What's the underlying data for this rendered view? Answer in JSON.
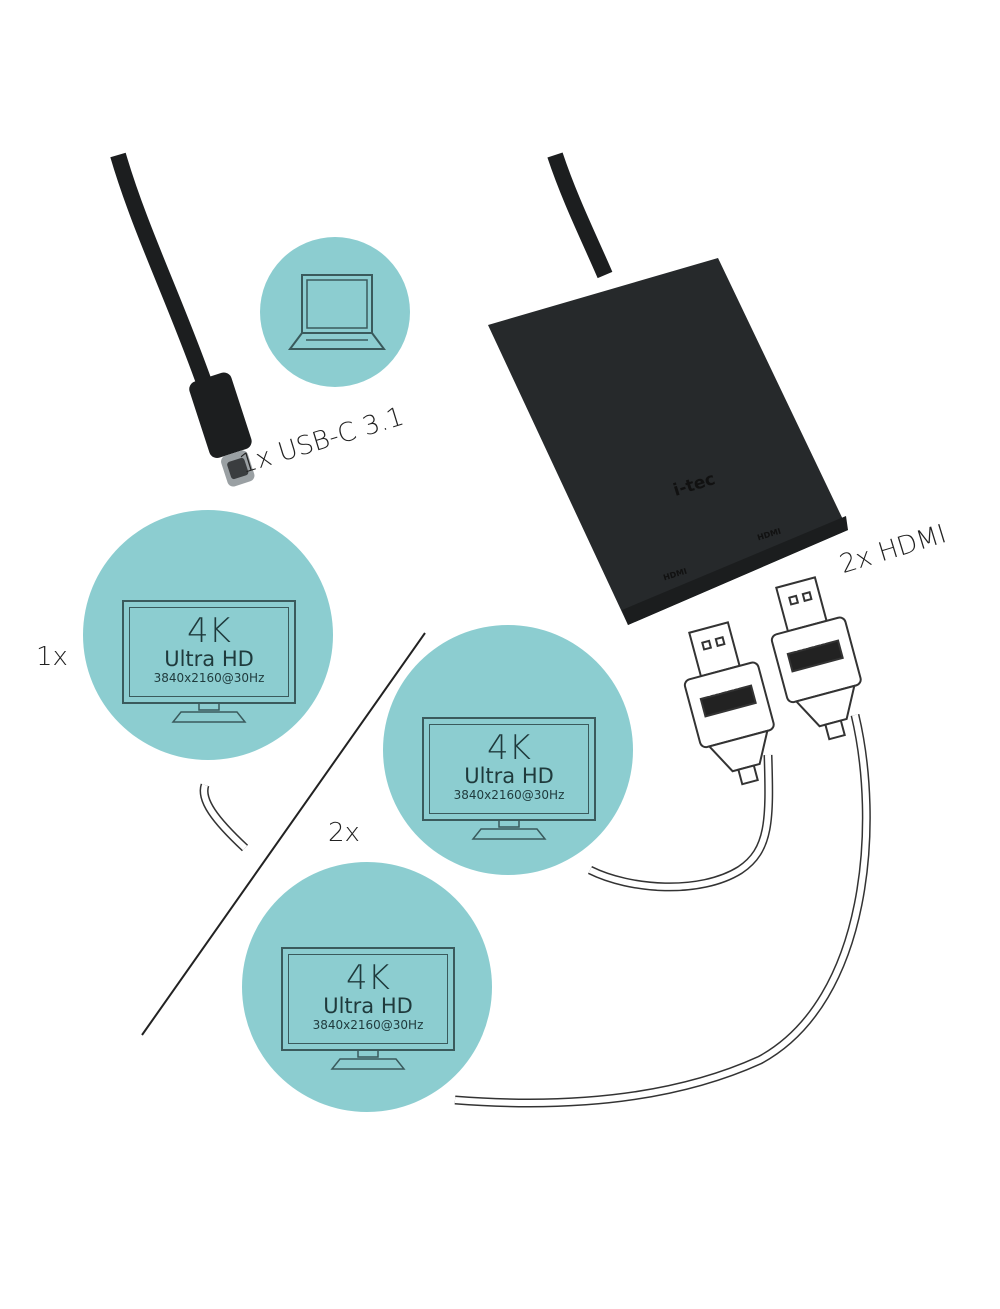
{
  "labels": {
    "usb_c": "1x USB-C 3.1",
    "hdmi_ports": "2x HDMI",
    "single": "1x",
    "dual": "2x"
  },
  "device": {
    "brand": "i-tec",
    "port_left": "HDMI",
    "port_right": "HDMI",
    "plug_label": "HDMI"
  },
  "monitors": [
    {
      "title": "4K",
      "subtitle": "Ultra HD",
      "resolution": "3840x2160@30Hz"
    },
    {
      "title": "4K",
      "subtitle": "Ultra HD",
      "resolution": "3840x2160@30Hz"
    },
    {
      "title": "4K",
      "subtitle": "Ultra HD",
      "resolution": "3840x2160@30Hz"
    }
  ],
  "colors": {
    "circle": "#8ccdd0",
    "device": "#26292b",
    "line": "#3a5a5c"
  }
}
